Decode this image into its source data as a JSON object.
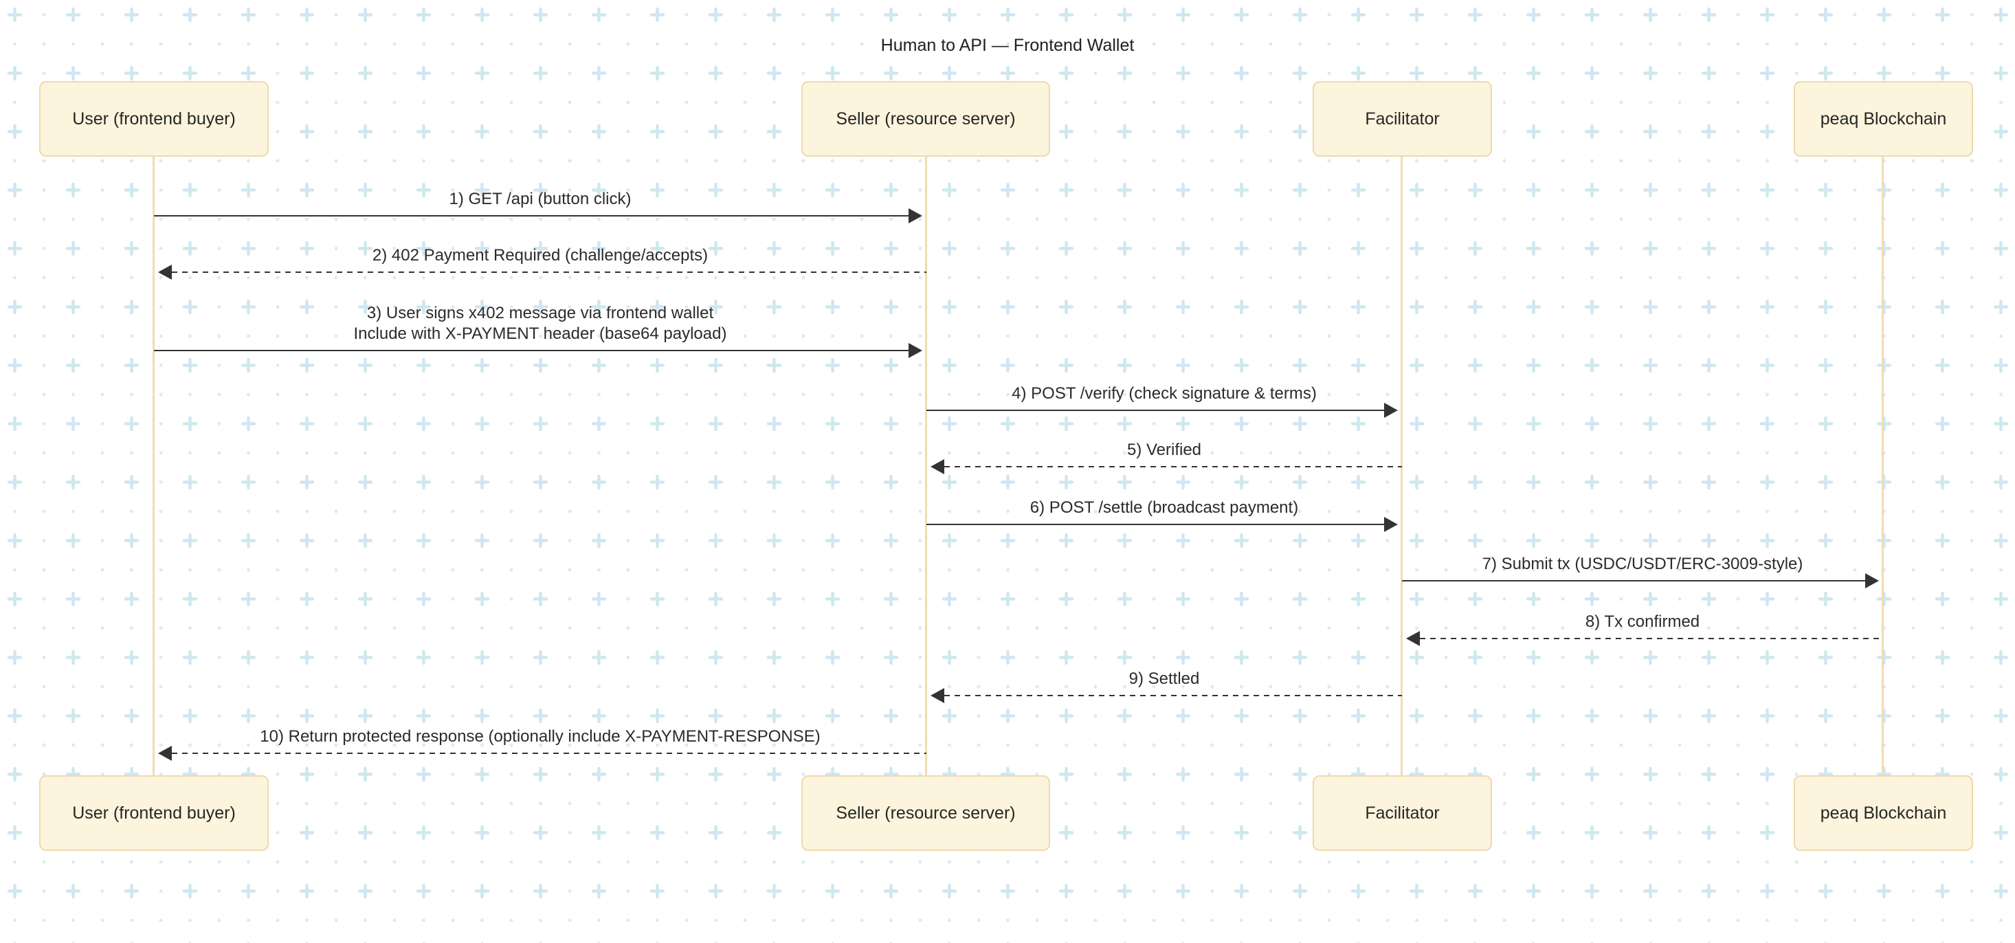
{
  "title": "Human to API — Frontend Wallet",
  "actors": [
    {
      "name": "User (frontend buyer)"
    },
    {
      "name": "Seller (resource server)"
    },
    {
      "name": "Facilitator"
    },
    {
      "name": "peaq Blockchain"
    }
  ],
  "messages": [
    {
      "label": "1) GET /api (button click)",
      "from": "User (frontend buyer)",
      "to": "Seller (resource server)",
      "line": "solid",
      "direction": "right"
    },
    {
      "label": "2) 402 Payment Required (challenge/accepts)",
      "from": "Seller (resource server)",
      "to": "User (frontend buyer)",
      "line": "dashed",
      "direction": "left"
    },
    {
      "label": "3) User signs x402 message via frontend wallet\nInclude with X-PAYMENT header (base64 payload)",
      "from": "User (frontend buyer)",
      "to": "Seller (resource server)",
      "line": "solid",
      "direction": "right"
    },
    {
      "label": "4) POST /verify (check signature & terms)",
      "from": "Seller (resource server)",
      "to": "Facilitator",
      "line": "solid",
      "direction": "right"
    },
    {
      "label": "5) Verified",
      "from": "Facilitator",
      "to": "Seller (resource server)",
      "line": "dashed",
      "direction": "left"
    },
    {
      "label": "6) POST /settle (broadcast payment)",
      "from": "Seller (resource server)",
      "to": "Facilitator",
      "line": "solid",
      "direction": "right"
    },
    {
      "label": "7) Submit tx (USDC/USDT/ERC-3009-style)",
      "from": "Facilitator",
      "to": "peaq Blockchain",
      "line": "solid",
      "direction": "right"
    },
    {
      "label": "8) Tx confirmed",
      "from": "peaq Blockchain",
      "to": "Facilitator",
      "line": "dashed",
      "direction": "left"
    },
    {
      "label": "9) Settled",
      "from": "Facilitator",
      "to": "Seller (resource server)",
      "line": "dashed",
      "direction": "left"
    },
    {
      "label": "10) Return protected response (optionally include X-PAYMENT-RESPONSE)",
      "from": "Seller (resource server)",
      "to": "User (frontend buyer)",
      "line": "dashed",
      "direction": "left"
    }
  ],
  "colors": {
    "actor_fill": "#fcf4dd",
    "actor_border": "#eed9ab",
    "lifeline": "#efddb0",
    "arrow": "#333333",
    "text": "#2b2b2b",
    "pattern_plus": "#cfe7f0",
    "pattern_dot": "#d9ecf2",
    "background": "#ffffff"
  }
}
